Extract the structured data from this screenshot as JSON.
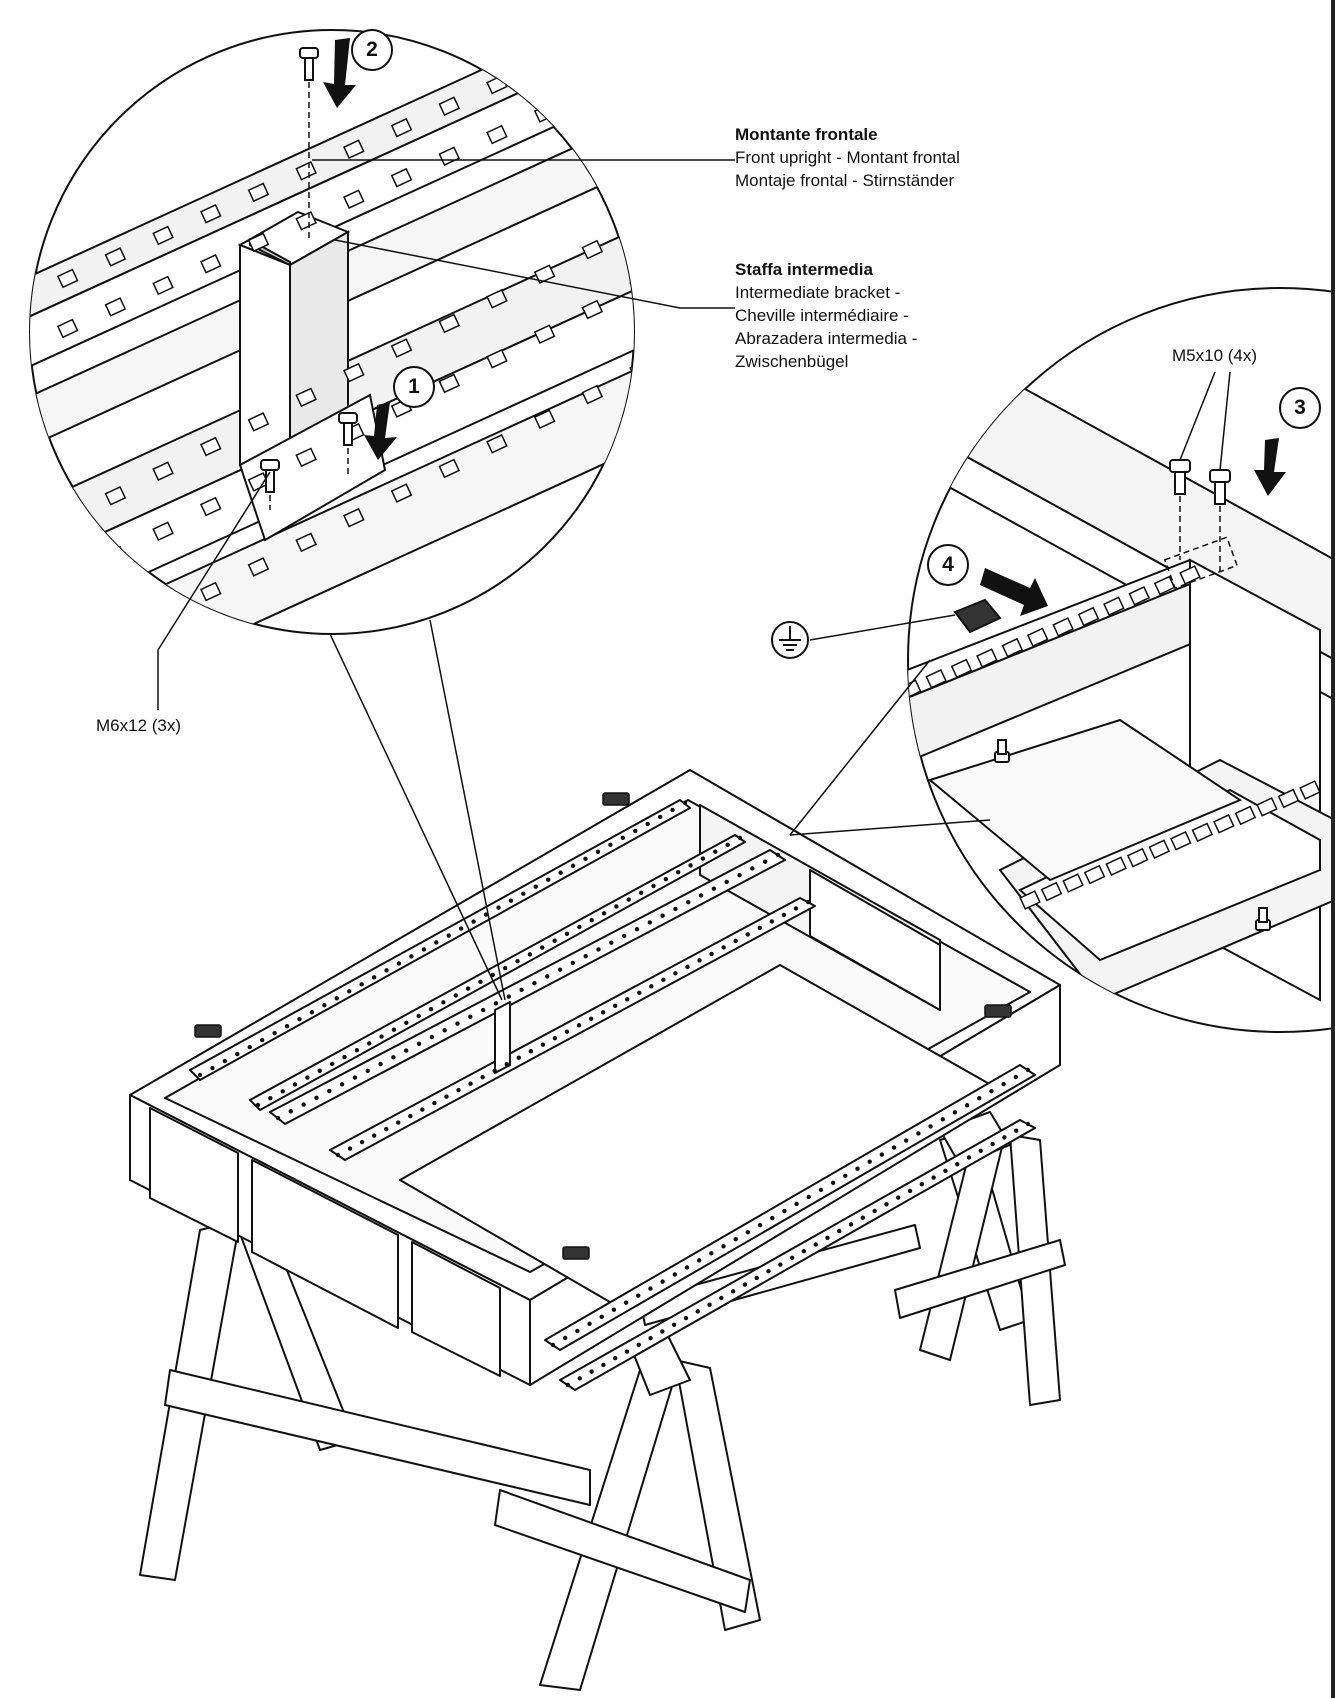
{
  "labels": {
    "front_upright": {
      "title": "Montante frontale",
      "lines": [
        "Front upright - Montant frontal",
        "Montaje frontal - Stirnständer"
      ]
    },
    "intermediate_bracket": {
      "title": "Staffa intermedia",
      "lines": [
        "Intermediate bracket -",
        "Cheville intermédiaire -",
        "Abrazadera intermedia -",
        "Zwischenbügel"
      ]
    },
    "screw_m6": "M6x12 (3x)",
    "screw_m5": "M5x10 (4x)"
  },
  "steps": [
    "1",
    "2",
    "3",
    "4"
  ],
  "icons": {
    "ground": "earth-ground-icon",
    "arrow": "arrow-down-icon",
    "screw": "screw-icon"
  },
  "colors": {
    "line": "#111111",
    "fill": "#ffffff",
    "shade": "#d9d9d9"
  }
}
